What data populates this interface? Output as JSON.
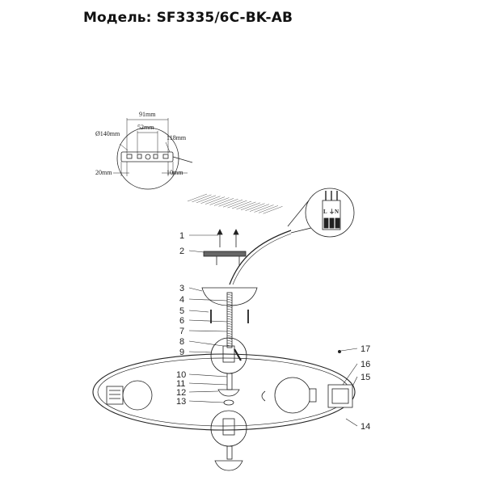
{
  "header": {
    "model_label": "Модель: SF3335/6C-BK-AB"
  },
  "mount_detail": {
    "dims": {
      "diameter": "Ø140mm",
      "width_91": "91mm",
      "width_52": "52mm",
      "height_118": "118mm",
      "left_20": "20mm",
      "right_10": "10mm"
    }
  },
  "wiring": {
    "labels": [
      "L",
      "⏚",
      "N"
    ]
  },
  "callouts": {
    "left": [
      "1",
      "2",
      "3",
      "4",
      "5",
      "6",
      "7",
      "8",
      "9",
      "10",
      "11",
      "12",
      "13"
    ],
    "right": [
      "17",
      "16",
      "15",
      "14"
    ]
  },
  "colors": {
    "line": "#222222",
    "hatch": "#555555"
  }
}
